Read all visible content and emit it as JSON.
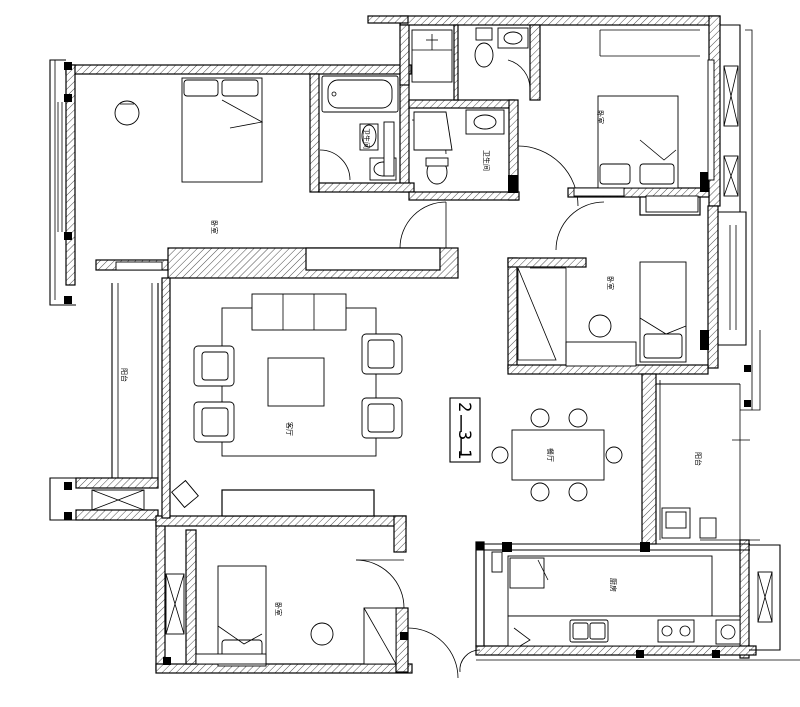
{
  "title": "",
  "unit_tag": {
    "line1": "2",
    "line2": "3",
    "line3": "1"
  },
  "rooms": {
    "master_bedroom": "卧室",
    "bedroom_ne": "卧室",
    "bedroom_e": "卧室",
    "bedroom_sw": "卧室",
    "living_room": "客厅",
    "dining_room": "餐厅",
    "kitchen": "厨房",
    "west_balcony": "阳台",
    "east_balcony": "阳台",
    "bathroom_a": "卫生间",
    "bathroom_b": "卫生间"
  }
}
